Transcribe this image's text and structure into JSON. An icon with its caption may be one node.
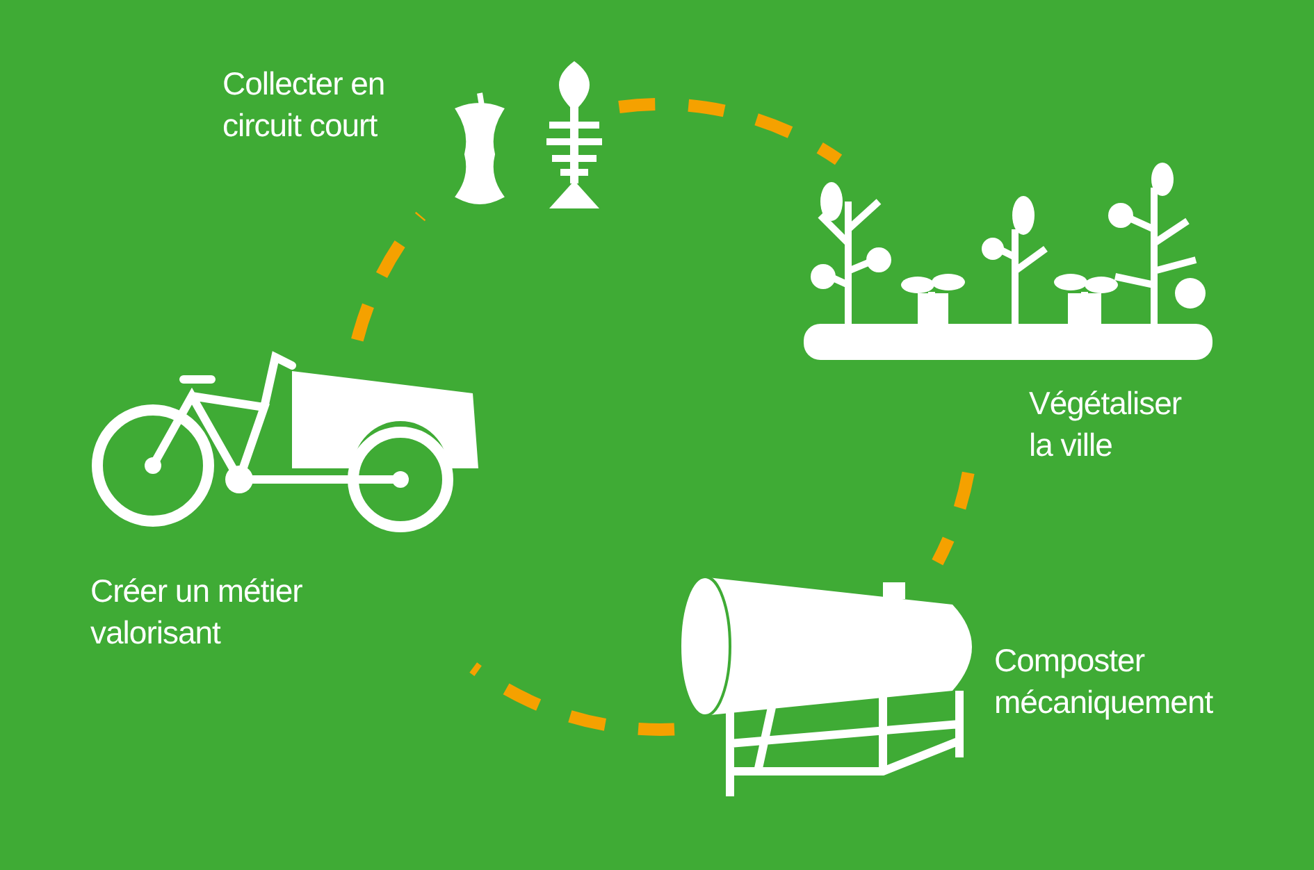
{
  "diagram": {
    "nodes": [
      {
        "text": [
          "Collecter en circuit court"
        ]
      },
      {
        "text": [
          "Végétaliser la ville"
        ]
      },
      {
        "text": [
          "Composter mécaniquement"
        ]
      },
      {
        "text": [
          "Créer un métier valorisant"
        ]
      }
    ],
    "edges": [
      {
        "from": 0,
        "to": 1,
        "arrow": "none",
        "style": "dashed",
        "color": "#f5a100"
      },
      {
        "from": 1,
        "to": 2,
        "arrow": "none",
        "style": "dashed",
        "color": "#f5a100"
      },
      {
        "from": 2,
        "to": 3,
        "arrow": "none",
        "style": "dashed",
        "color": "#f5a100"
      },
      {
        "from": 3,
        "to": 0,
        "arrow": "none",
        "style": "dashed",
        "color": "#f5a100"
      }
    ]
  }
}
